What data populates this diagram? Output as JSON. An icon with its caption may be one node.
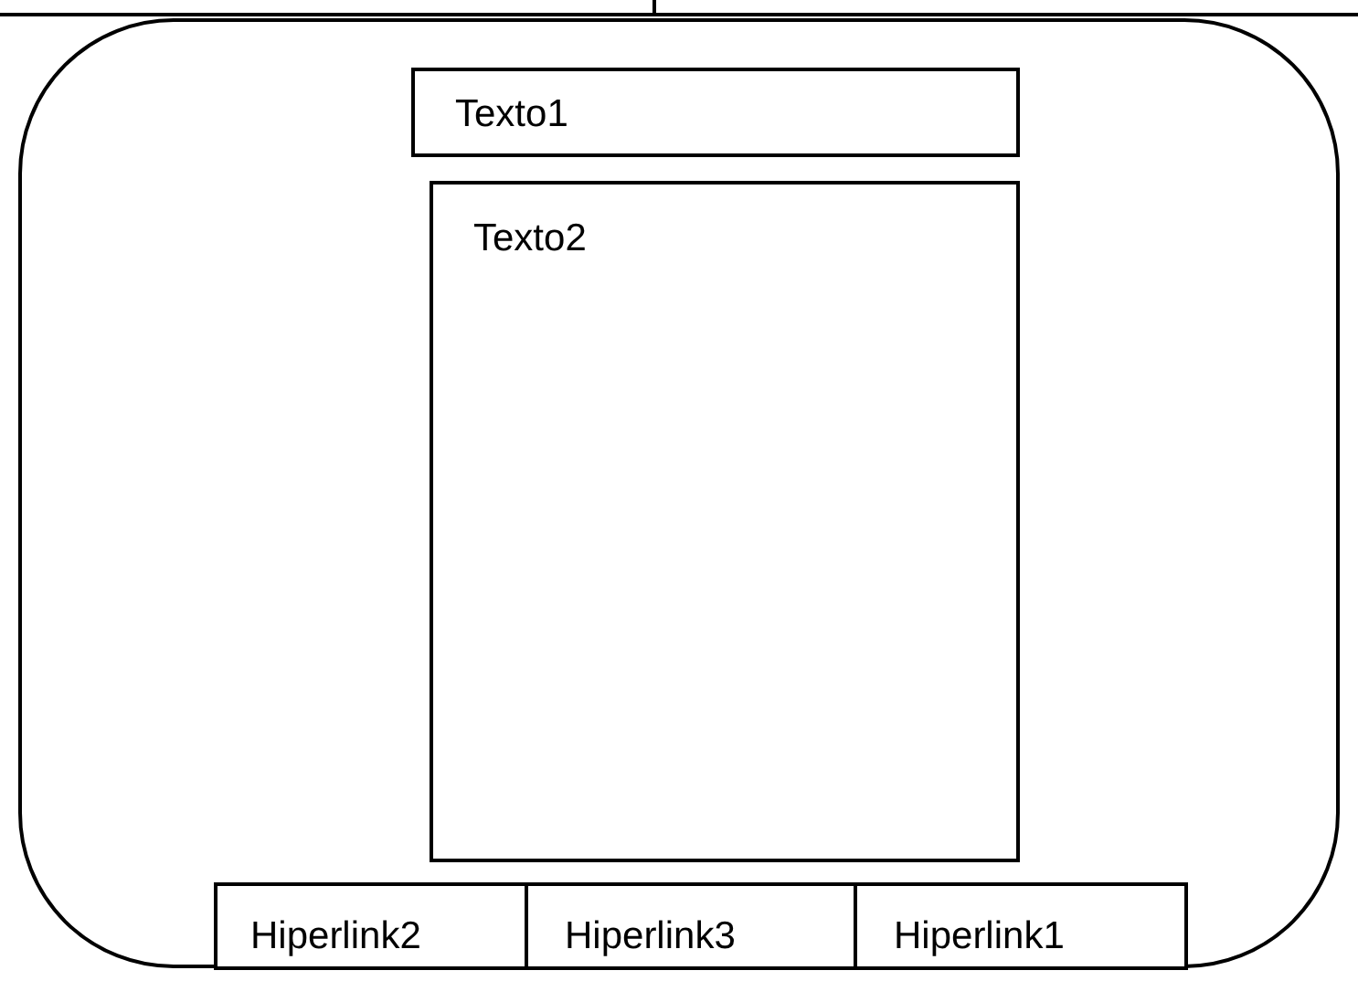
{
  "diagram": {
    "nodes": [
      {
        "text": [],
        "shape": "box"
      },
      {
        "text": [
          "Texto1"
        ],
        "in": 0
      },
      {
        "text": [
          "Texto2"
        ],
        "in": 0
      },
      {
        "text": [
          "Hiperlink2"
        ],
        "in": 0
      },
      {
        "text": [
          "Hiperlink3"
        ],
        "in": 0
      },
      {
        "text": [
          "Hiperlink1"
        ],
        "in": 0
      }
    ]
  }
}
